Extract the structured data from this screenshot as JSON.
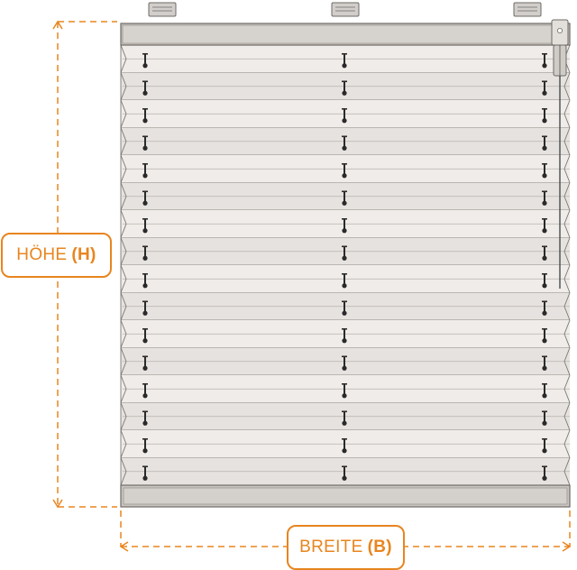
{
  "labels": {
    "height_text": "HÖHE",
    "height_symbol": "(H)",
    "width_text": "BREITE",
    "width_symbol": "(B)"
  },
  "colors": {
    "accent": "#e8851f",
    "fabric": "#ece9e6",
    "rail": "#c9c5c0",
    "rail_dark": "#a9a49e",
    "bracket": "#d2cecb",
    "outline": "#6e6a66",
    "cord_stop": "#2a2a2a"
  },
  "blind": {
    "pleat_count": 16,
    "cord_columns": 3,
    "mounting_brackets": 3
  },
  "icons": [
    "mounting-bracket-icon",
    "operating-handle-icon",
    "cord-stop-icon"
  ]
}
